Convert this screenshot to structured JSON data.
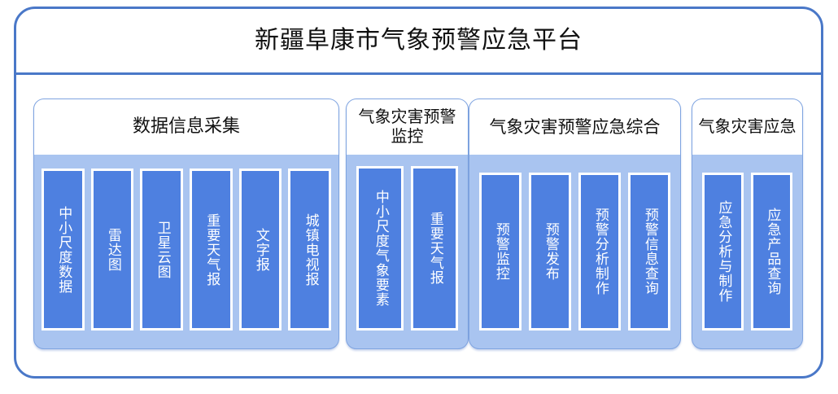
{
  "platform": {
    "title": "新疆阜康市气象预警应急平台",
    "frame_border_color": "#4A78C8",
    "panel_fill_color": "#A9C4F0",
    "item_fill_color": "#4E80E0",
    "item_border_color": "#FFFFFF",
    "header_fill_color": "#FFFFFF"
  },
  "panels": [
    {
      "title": "数据信息采集",
      "items": [
        {
          "label": "中小尺度数据"
        },
        {
          "label": "雷达图"
        },
        {
          "label": "卫星云图"
        },
        {
          "label": "重要天气报"
        },
        {
          "label": "文字报"
        },
        {
          "label": "城镇电视报"
        }
      ]
    },
    {
      "title": "气象灾害预警监控",
      "items": [
        {
          "label": "中小尺度气象要素"
        },
        {
          "label": "重要天气报"
        }
      ]
    },
    {
      "title": "气象灾害预警应急综合",
      "items": [
        {
          "label": "预警监控"
        },
        {
          "label": "预警发布"
        },
        {
          "label": "预警分析制作"
        },
        {
          "label": "预警信息查询"
        }
      ]
    },
    {
      "title": "气象灾害应急",
      "items": [
        {
          "label": "应急分析与制作"
        },
        {
          "label": "应急产品查询"
        }
      ]
    }
  ]
}
